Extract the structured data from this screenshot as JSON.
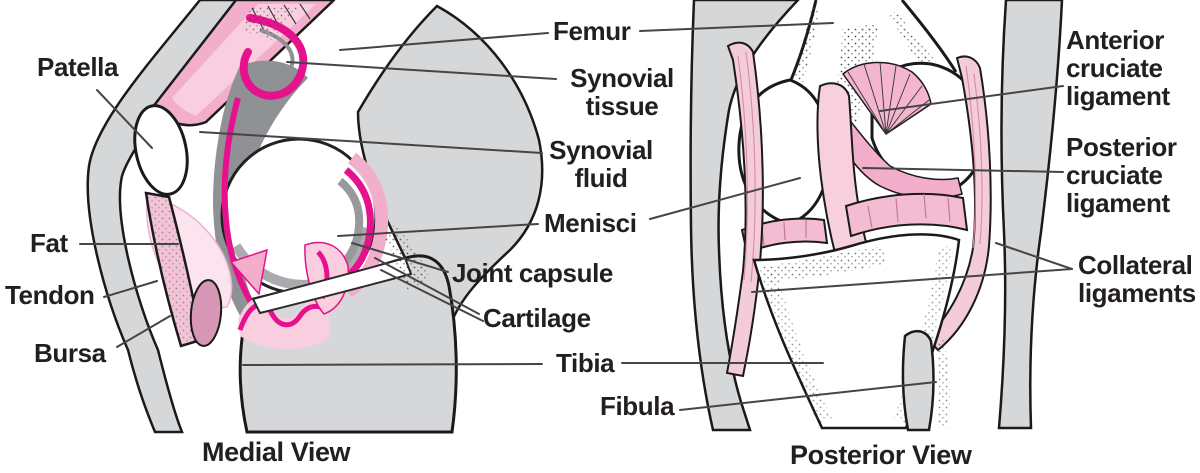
{
  "captions": {
    "medial": "Medial View",
    "posterior": "Posterior View"
  },
  "labels": {
    "patella": "Patella",
    "fat": "Fat",
    "tendon": "Tendon",
    "bursa": "Bursa",
    "femur": "Femur",
    "synovial_tissue": "Synovial\ntissue",
    "synovial_fluid": "Synovial\nfluid",
    "menisci": "Menisci",
    "joint_capsule": "Joint capsule",
    "cartilage": "Cartilage",
    "tibia": "Tibia",
    "fibula": "Fibula",
    "anterior_cruciate_ligament": "Anterior\ncruciate\nligament",
    "posterior_cruciate_ligament": "Posterior\ncruciate\nligament",
    "collateral_ligaments": "Collateral\nligaments"
  },
  "colors": {
    "outline": "#1a1a1a",
    "leader": "#454545",
    "text": "#231f20",
    "gray_bone": "#d6d7d9",
    "gray_fluid": "#8f9194",
    "gray_rim": "#a9abae",
    "magenta": "#e6118c",
    "pink": "#f2aecb",
    "pink_light": "#f9cfe0",
    "pink_pale": "#fce4ef",
    "pink_ligament": "#f4cbd9",
    "bursa": "#d696b4"
  }
}
